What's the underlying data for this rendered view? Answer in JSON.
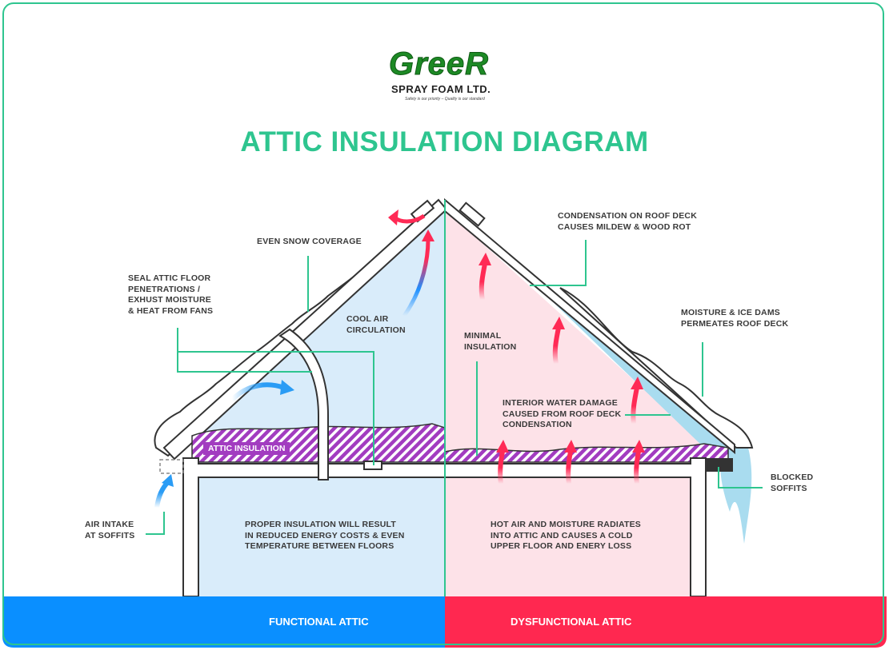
{
  "logo": {
    "brand": "GreeR",
    "company": "SPRAY FOAM LTD.",
    "tagline": "Safety is our priority – Quality is our standard"
  },
  "title": "ATTIC INSULATION DIAGRAM",
  "labels": {
    "even_snow": "EVEN SNOW COVERAGE",
    "seal_attic": "SEAL ATTIC FLOOR\nPENETRATIONS /\nEXHUST MOISTURE\n& HEAT FROM FANS",
    "cool_air": "COOL AIR\nCIRCULATION",
    "attic_insulation": "ATTIC INSULATION",
    "air_intake": "AIR INTAKE\nAT SOFFITS",
    "proper_insulation": "PROPER INSULATION WILL RESULT\nIN REDUCED ENERGY COSTS & EVEN\nTEMPERATURE BETWEEN FLOORS",
    "condensation": "CONDENSATION ON ROOF DECK\nCAUSES MILDEW & WOOD ROT",
    "minimal_insulation": "MINIMAL\nINSULATION",
    "moisture_ice": "MOISTURE & ICE DAMS\nPERMEATES ROOF DECK",
    "interior_water": "INTERIOR WATER DAMAGE\nCAUSED FROM ROOF DECK\nCONDENSATION",
    "blocked_soffits": "BLOCKED\nSOFFITS",
    "hot_air": "HOT AIR AND MOISTURE RADIATES\nINTO ATTIC AND CAUSES A COLD\nUPPER FLOOR AND ENERY LOSS"
  },
  "footer": {
    "functional": "FUNCTIONAL ATTIC",
    "dysfunctional": "DYSFUNCTIONAL ATTIC"
  },
  "colors": {
    "accent": "#2ec58f",
    "functional": "#0a8fff",
    "dysfunctional": "#ff2850",
    "insulation": "#a23cc0"
  }
}
